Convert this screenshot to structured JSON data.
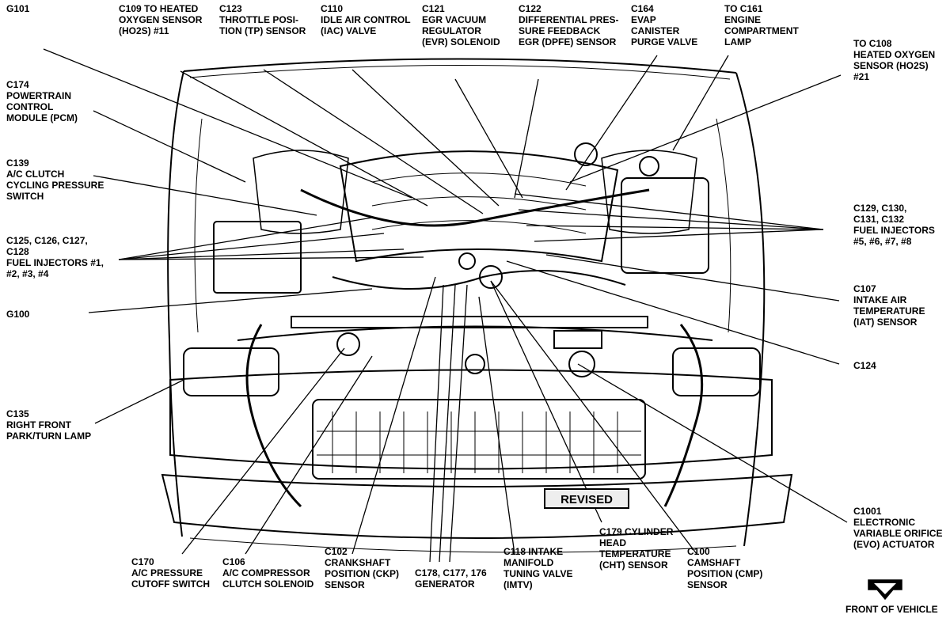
{
  "diagram": {
    "callouts": [
      {
        "id": "g101",
        "text": "G101"
      },
      {
        "id": "c109",
        "text": "C109 TO HEATED\nOXYGEN SENSOR\n(HO2S) #11"
      },
      {
        "id": "c123",
        "text": "C123\nTHROTTLE POSI-\nTION (TP) SENSOR"
      },
      {
        "id": "c110",
        "text": "C110\nIDLE AIR CONTROL\n(IAC) VALVE"
      },
      {
        "id": "c121",
        "text": "C121\nEGR VACUUM\nREGULATOR\n(EVR) SOLENOID"
      },
      {
        "id": "c122",
        "text": "C122\nDIFFERENTIAL PRES-\nSURE FEEDBACK\nEGR (DPFE) SENSOR"
      },
      {
        "id": "c164",
        "text": "C164\nEVAP\nCANISTER\nPURGE VALVE"
      },
      {
        "id": "c161",
        "text": "TO C161\nENGINE\nCOMPARTMENT\nLAMP"
      },
      {
        "id": "c108",
        "text": "TO C108\nHEATED OXYGEN\nSENSOR (HO2S)\n#21"
      },
      {
        "id": "c174",
        "text": "C174\nPOWERTRAIN\nCONTROL\nMODULE (PCM)"
      },
      {
        "id": "c139",
        "text": "C139\nA/C CLUTCH\nCYCLING PRESSURE\nSWITCH"
      },
      {
        "id": "c129",
        "text": "C129, C130,\nC131, C132\nFUEL INJECTORS\n#5, #6, #7, #8"
      },
      {
        "id": "c125",
        "text": "C125, C126, C127,\nC128\nFUEL INJECTORS #1,\n#2, #3, #4"
      },
      {
        "id": "c107",
        "text": "C107\nINTAKE AIR\nTEMPERATURE\n(IAT) SENSOR"
      },
      {
        "id": "g100",
        "text": "G100"
      },
      {
        "id": "c124",
        "text": "C124"
      },
      {
        "id": "c135",
        "text": "C135\nRIGHT FRONT\nPARK/TURN LAMP"
      },
      {
        "id": "c1001",
        "text": "C1001\nELECTRONIC\nVARIABLE ORIFICE\n(EVO) ACTUATOR"
      },
      {
        "id": "c179",
        "text": "C179 CYLINDER\nHEAD\nTEMPERATURE\n(CHT) SENSOR"
      },
      {
        "id": "c170",
        "text": "C170\nA/C PRESSURE\nCUTOFF SWITCH"
      },
      {
        "id": "c106",
        "text": "C106\nA/C COMPRESSOR\nCLUTCH SOLENOID"
      },
      {
        "id": "c102",
        "text": "C102\nCRANKSHAFT\nPOSITION (CKP)\nSENSOR"
      },
      {
        "id": "c178",
        "text": "C178, C177, 176\nGENERATOR"
      },
      {
        "id": "c118",
        "text": "C118 INTAKE\nMANIFOLD\nTUNING VALVE\n(IMTV)"
      },
      {
        "id": "c100",
        "text": "C100\nCAMSHAFT\nPOSITION (CMP)\nSENSOR"
      }
    ],
    "revised_badge": "REVISED",
    "front_of_vehicle": "FRONT OF VEHICLE"
  }
}
